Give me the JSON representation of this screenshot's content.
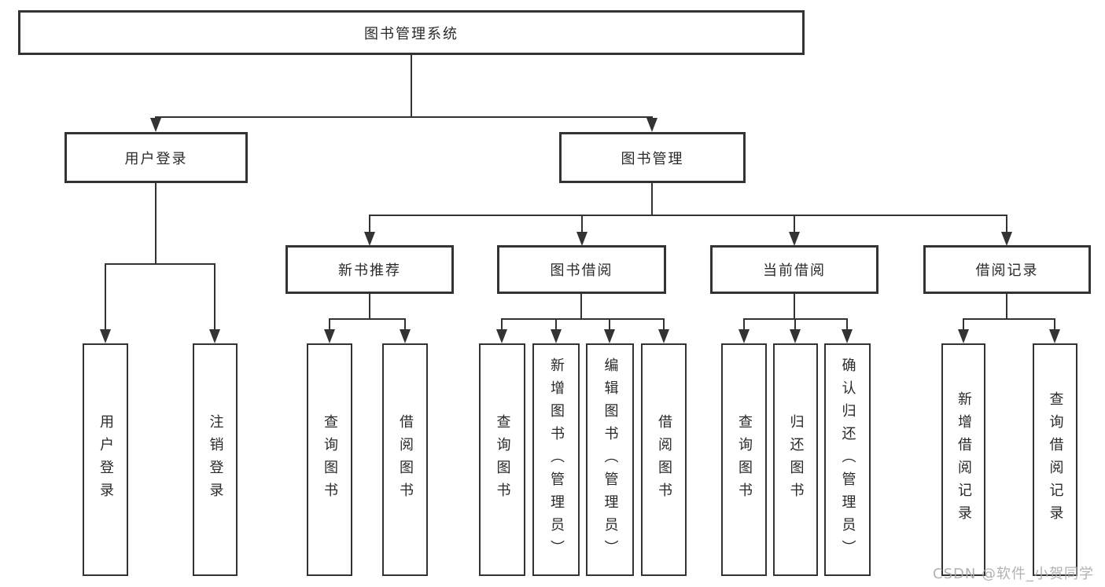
{
  "diagram": {
    "root": {
      "label": "图书管理系统"
    },
    "branches": [
      {
        "label": "用户登录",
        "children": [
          {
            "label": "用户登录"
          },
          {
            "label": "注销登录"
          }
        ]
      },
      {
        "label": "图书管理",
        "children": [
          {
            "label": "新书推荐",
            "children": [
              {
                "label": "查询图书"
              },
              {
                "label": "借阅图书"
              }
            ]
          },
          {
            "label": "图书借阅",
            "children": [
              {
                "label": "查询图书"
              },
              {
                "label": "新增图书（管理员）"
              },
              {
                "label": "编辑图书（管理员）"
              },
              {
                "label": "借阅图书"
              }
            ]
          },
          {
            "label": "当前借阅",
            "children": [
              {
                "label": "查询图书"
              },
              {
                "label": "归还图书"
              },
              {
                "label": "确认归还（管理员）"
              }
            ]
          },
          {
            "label": "借阅记录",
            "children": [
              {
                "label": "新增借阅记录"
              },
              {
                "label": "查询借阅记录"
              }
            ]
          }
        ]
      }
    ]
  },
  "watermark": {
    "text": "CSDN @软件_小贺同学"
  },
  "colors": {
    "line": "#333333",
    "text": "#2a2a2a",
    "background": "#ffffff",
    "watermark": "#aaaaaa"
  }
}
